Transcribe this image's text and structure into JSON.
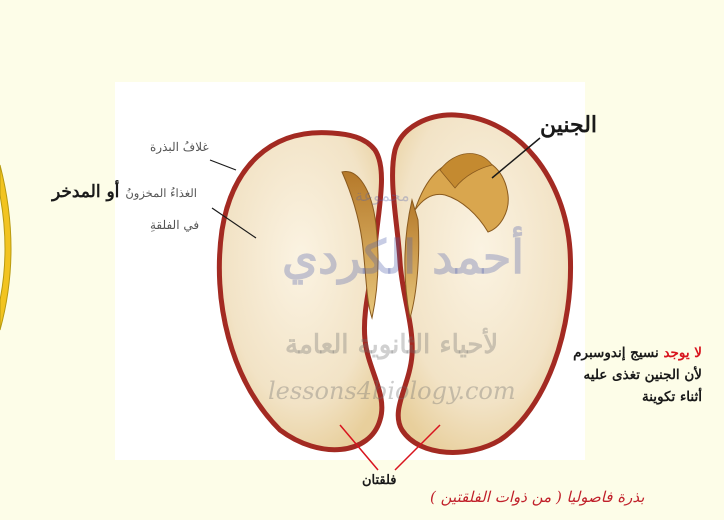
{
  "labels": {
    "embryo": "الجنين",
    "seed_coat": "غلافُ البذرة",
    "stored_food_small": "الغذاءُ المخزونُ",
    "stored_food_big": "أو المدخر",
    "in_cotyledon": "في الفلقةِ",
    "cotyledons": "فلقتان"
  },
  "note": {
    "red_part": "لا يوجد",
    "line1_rest": " نسيج إندوسبرم",
    "line2": "لأن الجنين تغذى عليه",
    "line3": "أثناء تكوينة"
  },
  "caption": "بذرة فاصوليا ( من ذوات الفلقتين )",
  "watermark": {
    "small": "مجموعة",
    "name": "أحمد الكردي",
    "sub": "لأحياء الثانوية العامة",
    "site": "lessons4biology.com"
  },
  "colors": {
    "seed_outline": "#a32a22",
    "cotyledon_fill": "#f2e3c6",
    "embryo_fill": "#c79436",
    "caption": "#c0202a",
    "note_red": "#d8141e"
  }
}
